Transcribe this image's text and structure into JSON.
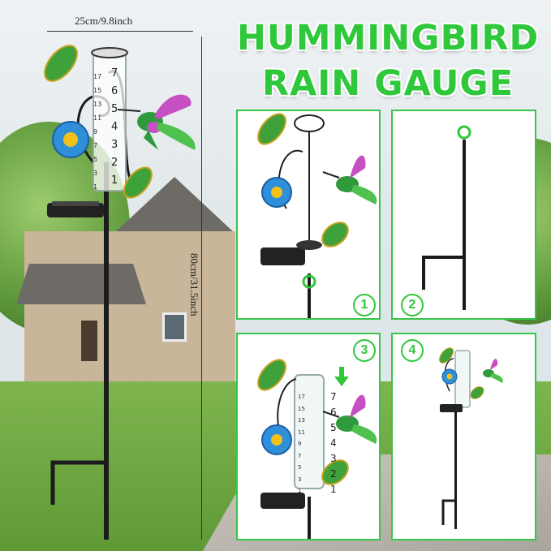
{
  "title": {
    "line1": "HUMMINGBIRD",
    "line2": "RAIN GAUGE"
  },
  "dimensions": {
    "width": "25cm/9.8inch",
    "height": "80cm/31.5inch"
  },
  "gauge": {
    "inch_marks": [
      "7",
      "6",
      "5",
      "4",
      "3",
      "2",
      "1"
    ],
    "cm_marks": [
      "17",
      "15",
      "13",
      "11",
      "9",
      "7",
      "5",
      "3",
      "1"
    ]
  },
  "steps": [
    {
      "number": "1"
    },
    {
      "number": "2"
    },
    {
      "number": "3"
    },
    {
      "number": "4"
    }
  ],
  "colors": {
    "accent": "#2ec83a",
    "stake": "#1b1b1b",
    "bird": "#2f9a3c",
    "wing": "#c64fc2",
    "flower": "#2f8fd8",
    "flower_center": "#f2c21b"
  },
  "icons": [
    "rotate-arrows-icon",
    "down-arrow-icon",
    "hummingbird-icon",
    "flower-icon",
    "leaf-icon",
    "solar-light-icon"
  ]
}
